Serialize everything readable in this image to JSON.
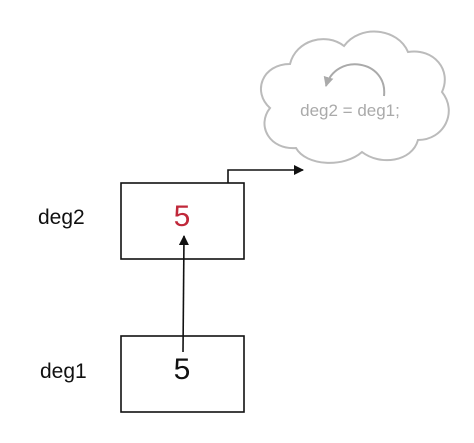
{
  "variables": [
    {
      "name": "deg2",
      "value": "5"
    },
    {
      "name": "deg1",
      "value": "5"
    }
  ],
  "statement": "deg2 = deg1;",
  "colors": {
    "updated_value": "#c0283a",
    "value": "#111111",
    "box_stroke": "#111111",
    "cloud_stroke": "#bbbbbb",
    "cloud_text": "#aaaaaa",
    "arrow": "#111111"
  }
}
